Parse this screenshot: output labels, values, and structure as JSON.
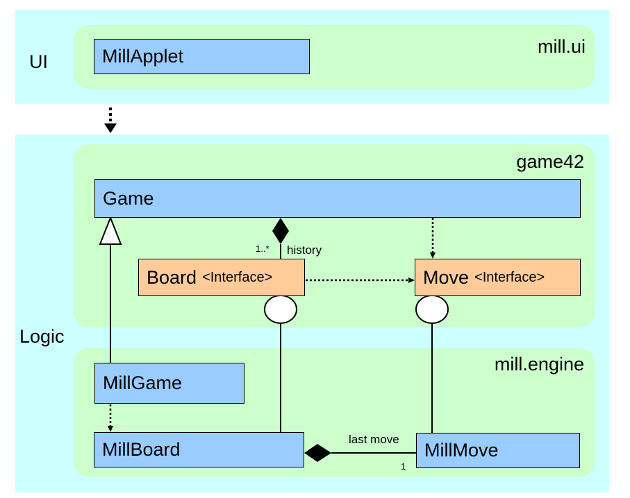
{
  "layers": {
    "ui": {
      "label": "UI"
    },
    "logic": {
      "label": "Logic"
    }
  },
  "packages": {
    "mill_ui": {
      "label": "mill.ui"
    },
    "game42": {
      "label": "game42"
    },
    "mill_engine": {
      "label": "mill.engine"
    }
  },
  "classes": {
    "mill_applet": {
      "name": "MillApplet"
    },
    "game": {
      "name": "Game"
    },
    "board": {
      "name": "Board",
      "stereotype": "<Interface>"
    },
    "move": {
      "name": "Move",
      "stereotype": "<Interface>"
    },
    "mill_game": {
      "name": "MillGame"
    },
    "mill_board": {
      "name": "MillBoard"
    },
    "mill_move": {
      "name": "MillMove"
    }
  },
  "relations": {
    "history": {
      "role": "history",
      "multiplicity": "1..*"
    },
    "last_move": {
      "role": "last move",
      "multiplicity": "1"
    }
  },
  "colors": {
    "layer": "#CCFFFF",
    "package": "#CCFFCC",
    "class": "#99CCFF",
    "interface": "#FFCC99"
  }
}
